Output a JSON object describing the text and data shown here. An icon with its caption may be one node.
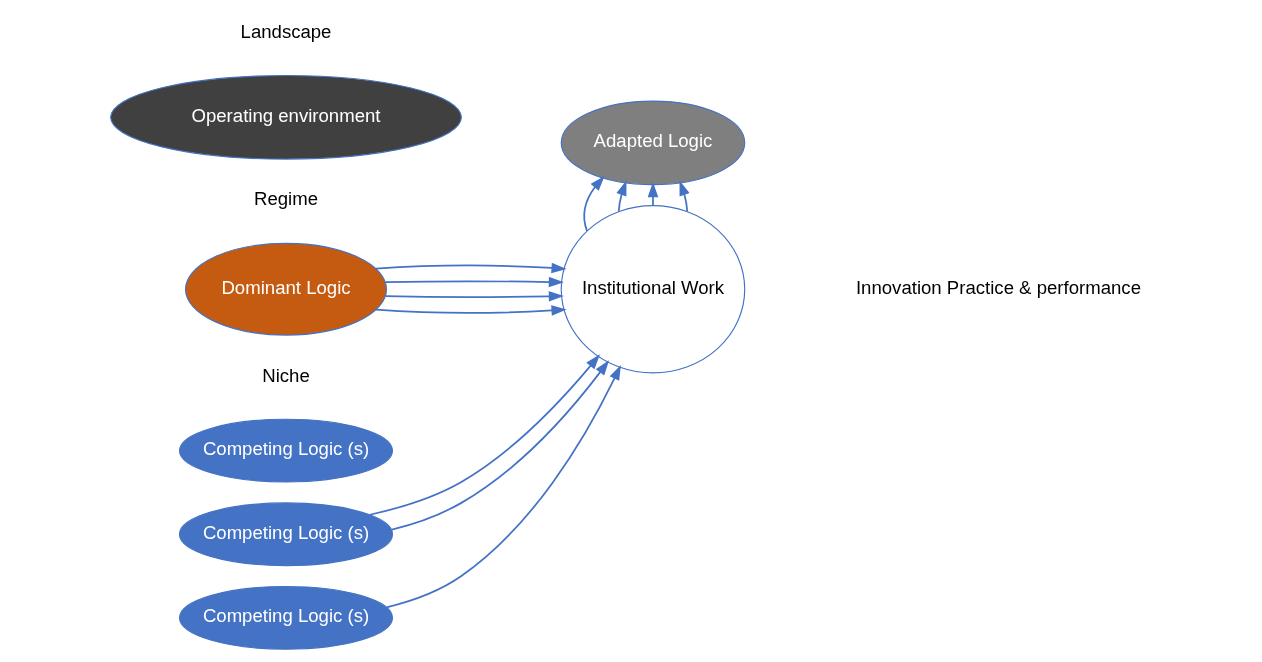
{
  "diagram": {
    "nodes": [
      {
        "text": [
          "Operating environment"
        ]
      },
      {
        "text": [
          "Adapted Logic"
        ]
      },
      {
        "text": [
          "Dominant Logic"
        ]
      },
      {
        "text": [
          "Competing Logic (s)"
        ]
      },
      {
        "text": [
          "Competing Logic (s)"
        ]
      },
      {
        "text": [
          "Institutional Work"
        ]
      },
      {
        "text": [
          "Competing Logic (s)"
        ]
      }
    ],
    "edges": [
      {
        "from": 2,
        "to": 5,
        "arrow": "to"
      },
      {
        "from": 2,
        "to": 5,
        "arrow": "to"
      },
      {
        "from": 2,
        "to": 5,
        "arrow": "to"
      },
      {
        "from": 2,
        "to": 5,
        "arrow": "to"
      },
      {
        "from": 4,
        "to": 5,
        "arrow": "to"
      },
      {
        "from": 4,
        "to": 5,
        "arrow": "to"
      },
      {
        "from": 6,
        "to": 5,
        "arrow": "to"
      },
      {
        "from": 5,
        "to": 1,
        "arrow": "to"
      },
      {
        "from": 5,
        "to": 1,
        "arrow": "to"
      },
      {
        "from": 5,
        "to": 1,
        "arrow": "to"
      },
      {
        "from": 5,
        "to": 1,
        "arrow": "to"
      }
    ],
    "labels": [
      "Landscape",
      "Regime",
      "Niche",
      "Innovation Practice & performance"
    ]
  }
}
